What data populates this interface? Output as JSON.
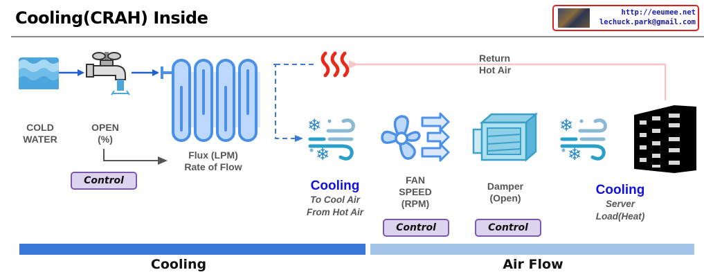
{
  "title": "Cooling(CRAH) Inside",
  "author": {
    "url": "http://eeumee.net",
    "email": "lechuck.park@gmail.com"
  },
  "nodes": {
    "cold_water": {
      "label_line1": "COLD",
      "label_line2": "WATER"
    },
    "valve": {
      "label_line1": "OPEN",
      "label_line2": "(%)"
    },
    "radiator": {
      "label_line1": "Flux (LPM)",
      "label_line2": "Rate of Flow"
    },
    "cooling_coil": {
      "title": "Cooling",
      "sub_line1": "To Cool Air",
      "sub_line2": "From Hot Air"
    },
    "fan": {
      "label_line1": "FAN",
      "label_line2": "SPEED",
      "label_line3": "(RPM)"
    },
    "damper": {
      "label_line1": "Damper",
      "label_line2": "(Open)"
    },
    "server": {
      "title": "Cooling",
      "sub_line1": "Server",
      "sub_line2": "Load(Heat)"
    },
    "return_air": {
      "label_line1": "Return",
      "label_line2": "Hot Air"
    }
  },
  "controls": {
    "valve_control": "Control",
    "fan_control": "Control",
    "damper_control": "Control"
  },
  "bands": {
    "cooling": {
      "label": "Cooling",
      "color": "#3a78d8"
    },
    "airflow": {
      "label": "Air Flow",
      "color": "#a3c4e8"
    }
  },
  "colors": {
    "title_accent_border": "#e02020",
    "cooling_text": "#1010e0",
    "control_fill": "#dcd3ee",
    "control_border": "#7a58b0",
    "flow_arrow": "#1f5fd0",
    "return_arrow": "#f4c6c6"
  }
}
